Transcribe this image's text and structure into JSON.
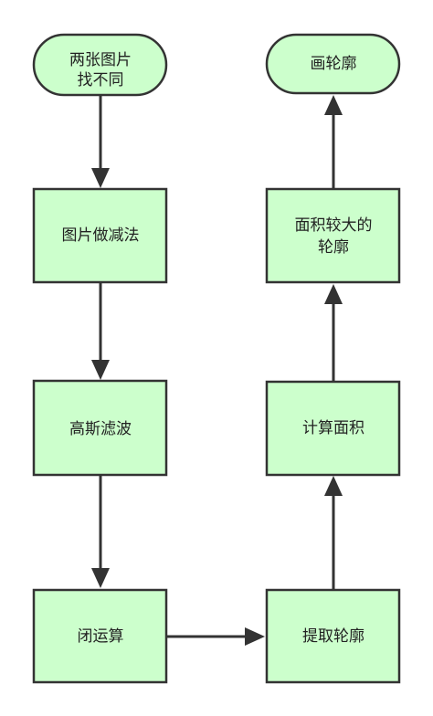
{
  "nodes": {
    "start": {
      "line1": "两张图片",
      "line2": "找不同"
    },
    "subtract": {
      "label": "图片做减法"
    },
    "blur": {
      "label": "高斯滤波"
    },
    "close": {
      "label": "闭运算"
    },
    "contours": {
      "label": "提取轮廓"
    },
    "area": {
      "label": "计算面积"
    },
    "largest": {
      "line1": "面积较大的",
      "line2": "轮廓"
    },
    "draw": {
      "label": "画轮廓"
    }
  },
  "colors": {
    "node_fill": "#ccffcc",
    "node_stroke": "#333333",
    "edge": "#333333"
  }
}
